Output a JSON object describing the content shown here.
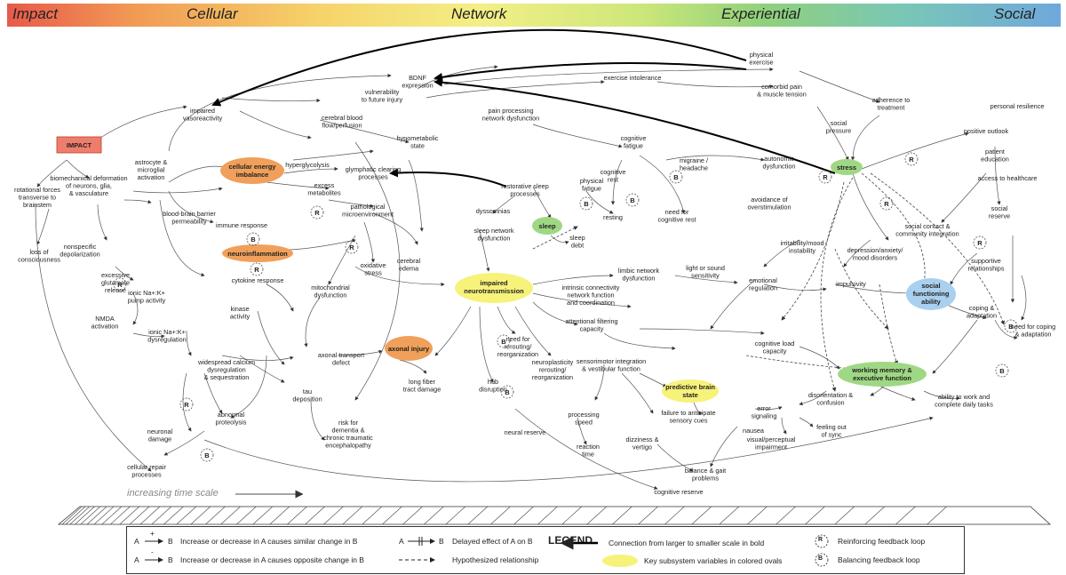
{
  "scales": [
    "Impact",
    "Cellular",
    "Network",
    "Experiential",
    "Social"
  ],
  "impact_box": "IMPACT",
  "nodes": {
    "rotational": [
      "rotational forces",
      "transverse to",
      "brainstem"
    ],
    "loss_consciousness": [
      "loss of",
      "consciousness"
    ],
    "biomech": [
      "biomechanical deformation",
      "of neurons, glia,",
      "& vasculature"
    ],
    "nonspecific": [
      "nonspecific",
      "depolarization"
    ],
    "excessive_glutamate": [
      "excessive",
      "glutamate",
      "release"
    ],
    "nmda": [
      "NMDA",
      "activation"
    ],
    "ionic_pump": [
      "ionic Na+:K+",
      "pump activity"
    ],
    "ionic_dysreg": [
      "ionic Na+:K+",
      "dysregulation"
    ],
    "astrocyte": [
      "astrocyte &",
      "microglial",
      "activation"
    ],
    "bbb": [
      "blood-brain barrier",
      "permeability"
    ],
    "immune": [
      "immune response"
    ],
    "cytokine": [
      "cytokine response"
    ],
    "kinase": [
      "kinase",
      "activity"
    ],
    "impaired_vaso": [
      "impaired",
      "vasoreactivity"
    ],
    "vulnerability": [
      "vulnerability",
      "to future injury"
    ],
    "cerebral_blood": [
      "cerebral blood",
      "flow/perfusion"
    ],
    "hypometabolic": [
      "hypometabolic",
      "state"
    ],
    "hyperglycolysis": [
      "hyperglycolysis"
    ],
    "excess_metabolites": [
      "excess",
      "metabolites"
    ],
    "glymphatic": [
      "glymphatic clearing",
      "processes"
    ],
    "pathological": [
      "pathological",
      "microenvironment"
    ],
    "oxidative": [
      "oxidative",
      "stress"
    ],
    "cerebral_edema": [
      "cerebral",
      "edema"
    ],
    "mitochondrial": [
      "mitochondrial",
      "dysfunction"
    ],
    "widespread_calcium": [
      "widespread calcium",
      "dysregulation",
      "& sequestration"
    ],
    "axonal_transport": [
      "axonal transport",
      "defect"
    ],
    "tau": [
      "tau",
      "deposition"
    ],
    "abnormal_proteolysis": [
      "abnormal",
      "proteolysis"
    ],
    "neuronal_damage": [
      "neuronal",
      "damage"
    ],
    "cellular_repair": [
      "cellular repair",
      "processes"
    ],
    "risk_dementia": [
      "risk for",
      "dementia &",
      "chronic traumatic",
      "encephalopathy"
    ],
    "bdnf": [
      "BDNF",
      "expression"
    ],
    "pain_processing": [
      "pain processing",
      "network dysfunction"
    ],
    "exercise_intolerance": [
      "exercise intolerance"
    ],
    "physical_exercise": [
      "physical",
      "exercise"
    ],
    "comorbid_pain": [
      "comorbid pain",
      "& muscle tension"
    ],
    "adherence": [
      "adherence to",
      "treatment"
    ],
    "personal_resilience": [
      "personal resilience"
    ],
    "positive_outlook": [
      "positive outlook"
    ],
    "patient_education": [
      "patient",
      "education"
    ],
    "access_healthcare": [
      "access to healthcare"
    ],
    "social_reserve": [
      "social",
      "reserve"
    ],
    "social_pressure": [
      "social",
      "pressure"
    ],
    "cognitive_fatigue": [
      "cognitive",
      "fatigue"
    ],
    "migraine": [
      "migraine /",
      "headache"
    ],
    "autonomic": [
      "autonomic",
      "dysfunction"
    ],
    "cognitive_rest": [
      "cognitive",
      "rest"
    ],
    "physical_fatigue": [
      "physical",
      "fatigue"
    ],
    "restorative_sleep": [
      "restorative sleep",
      "processes"
    ],
    "resting": [
      "resting"
    ],
    "need_cognitive_rest": [
      "need for",
      "cognitive rest"
    ],
    "dyssomnias": [
      "dyssomnias"
    ],
    "sleep_debt": [
      "sleep",
      "debt"
    ],
    "sleep_network": [
      "sleep network",
      "dysfunction"
    ],
    "avoidance": [
      "avoidance of",
      "overstimulation"
    ],
    "social_contact": [
      "social contact &",
      "community integration"
    ],
    "depression": [
      "depression/anxiety/",
      "mood disorders"
    ],
    "irritability": [
      "irritability/mood",
      "instability"
    ],
    "light_sound": [
      "light or sound",
      "sensitivity"
    ],
    "limbic": [
      "limbic network",
      "dysfunction"
    ],
    "emotional": [
      "emotional",
      "regulation"
    ],
    "impulsivity": [
      "impulsivity"
    ],
    "supportive": [
      "supportive",
      "relationships"
    ],
    "intrinsic": [
      "intrinsic connectivity",
      "network function",
      "and coordination"
    ],
    "attentional": [
      "attentional filtering",
      "capacity"
    ],
    "coping_adaptation": [
      "coping &",
      "adaptation"
    ],
    "need_coping": [
      "need for coping",
      "& adaptation"
    ],
    "cognitive_load": [
      "cognitive load",
      "capacity"
    ],
    "need_rerouting": [
      "need for",
      "rerouting/",
      "reorganization"
    ],
    "neuroplasticity": [
      "neuroplasticity",
      "rerouting/",
      "reorganization"
    ],
    "sensorimotor": [
      "sensorimotor integration",
      "& vestibular function"
    ],
    "long_fiber": [
      "long fiber",
      "tract damage"
    ],
    "hub": [
      "hub",
      "disruption"
    ],
    "neural_reserve": [
      "neural reserve"
    ],
    "processing_speed": [
      "processing",
      "speed"
    ],
    "reaction_time": [
      "reaction",
      "time"
    ],
    "dizziness": [
      "dizziness &",
      "vertigo"
    ],
    "failure_anticipate": [
      "failure to anticipate",
      "sensory cues"
    ],
    "error_signaling": [
      "error",
      "signaling"
    ],
    "nausea": [
      "nausea"
    ],
    "visual": [
      "visual/perceptual",
      "impairment"
    ],
    "feeling_sync": [
      "feeling out",
      "of sync"
    ],
    "disorientation": [
      "disorientation &",
      "confusion"
    ],
    "ability_work": [
      "ability to work and",
      "complete daily tasks"
    ],
    "balance": [
      "balance & gait",
      "problems"
    ],
    "cognitive_reserve": [
      "cognitive reserve"
    ]
  },
  "ovals": {
    "cellular_energy": [
      "cellular energy",
      "imbalance"
    ],
    "neuroinflammation": [
      "neuroinflammation"
    ],
    "axonal_injury": [
      "axonal injury"
    ],
    "impaired_neuro": [
      "impaired",
      "neurotransmission"
    ],
    "sleep": [
      "sleep"
    ],
    "stress": [
      "stress"
    ],
    "social_functioning": [
      "social",
      "functioning",
      "ability"
    ],
    "working_memory": [
      "working memory &",
      "executive function"
    ],
    "predictive_brain": [
      "predictive brain",
      "state"
    ]
  },
  "colors": {
    "orange": "#f0a05a",
    "yellow": "#f7f27a",
    "green": "#9fd884",
    "blue": "#a9d0ee",
    "impact_box": "#ef7d6c"
  },
  "time_scale_label": "increasing time scale",
  "legend": {
    "title": "LEGEND",
    "similar": "Increase or decrease in A causes similar change in B",
    "opposite": "Increase or decrease in A causes opposite change in B",
    "delayed": "Delayed effect of A on B",
    "hypothesized": "Hypothesized relationship",
    "bold": "Connection from larger to smaller scale in bold",
    "key_vars": "Key subsystem variables in colored ovals",
    "reinforcing": "Reinforcing feedback loop",
    "balancing": "Balancing feedback loop",
    "A": "A",
    "B": "B",
    "plus": "+",
    "minus": "-",
    "R": "R",
    "Bl": "B"
  }
}
